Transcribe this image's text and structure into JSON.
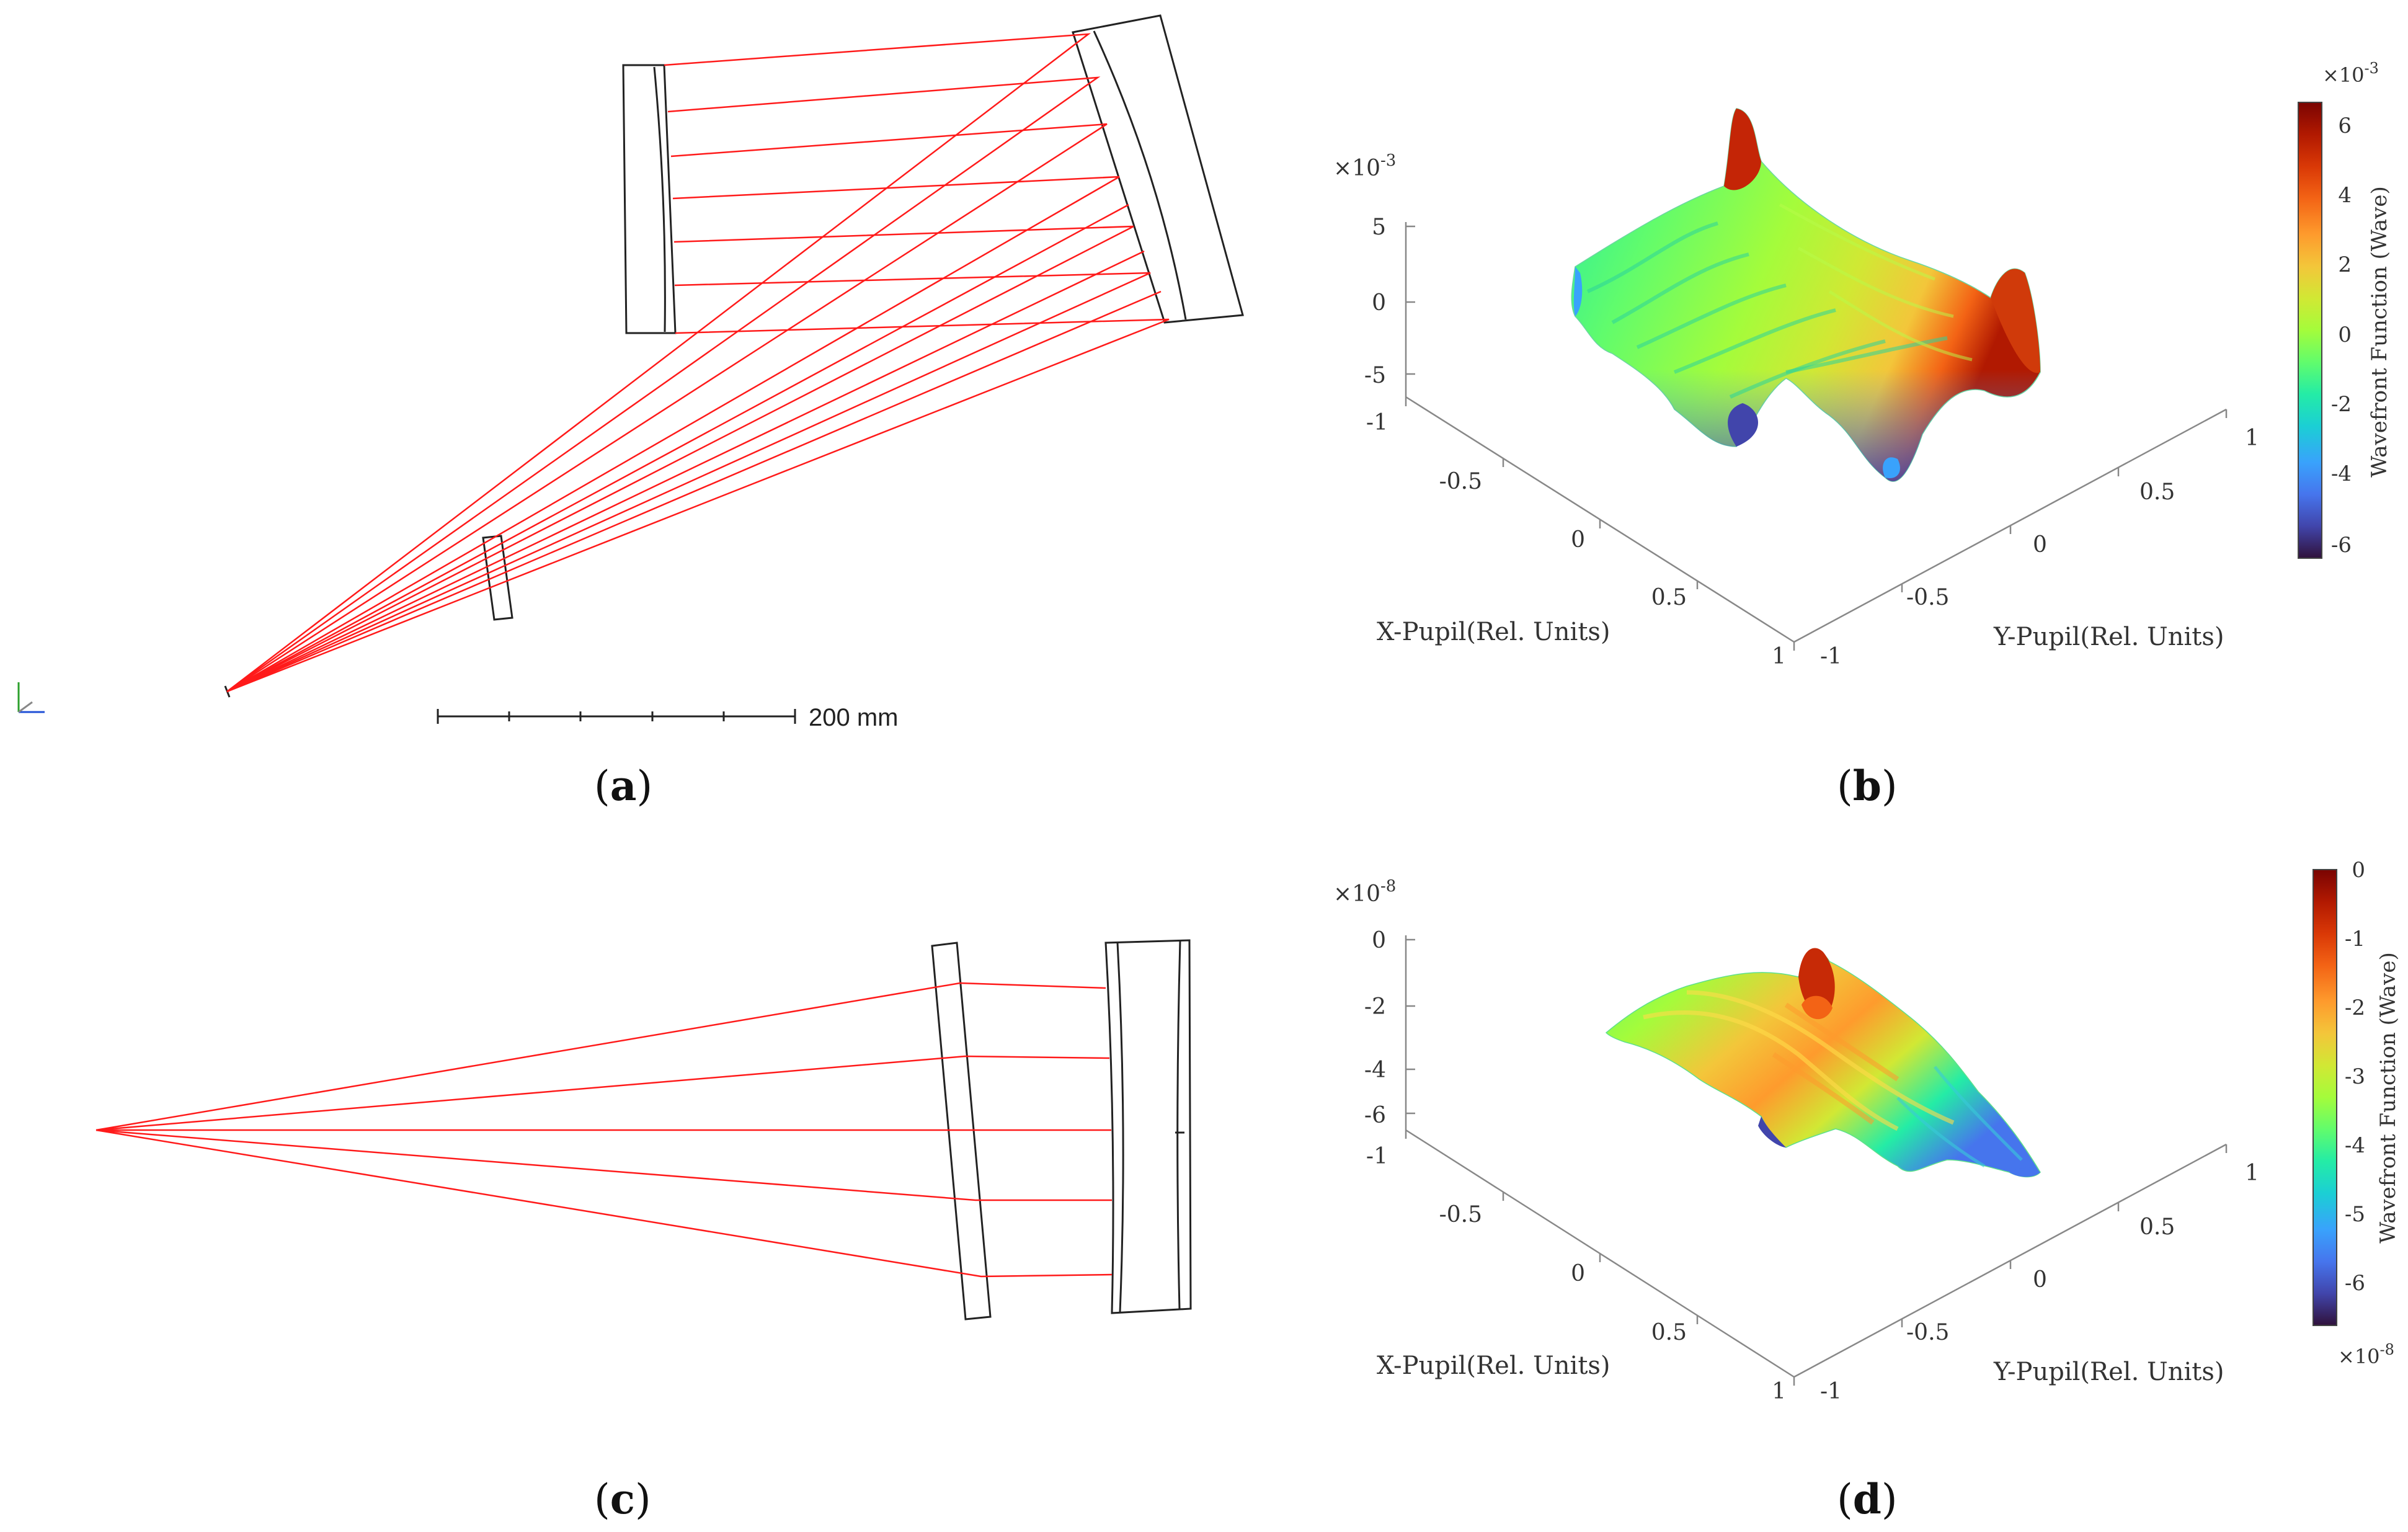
{
  "panels": {
    "a": {
      "label_open": "(",
      "label_letter": "a",
      "label_close": ")",
      "scale_bar_label": "200 mm"
    },
    "b": {
      "label_open": "(",
      "label_letter": "b",
      "label_close": ")",
      "z_multiplier_base": "×10",
      "z_multiplier_exp": "-3",
      "z_ticks": [
        "5",
        "0",
        "-5"
      ],
      "x_ticks": [
        "-1",
        "-0.5",
        "0",
        "0.5",
        "1"
      ],
      "y_ticks": [
        "-1",
        "-0.5",
        "0",
        "0.5",
        "1"
      ],
      "x_axis_label": "X-Pupil(Rel. Units)",
      "y_axis_label": "Y-Pupil(Rel. Units)",
      "colorbar": {
        "multiplier_base": "×10",
        "multiplier_exp": "-3",
        "ticks": [
          "6",
          "4",
          "2",
          "0",
          "-2",
          "-4",
          "-6"
        ],
        "label": "Wavefront Function (Wave)"
      }
    },
    "c": {
      "label_open": "(",
      "label_letter": "c",
      "label_close": ")"
    },
    "d": {
      "label_open": "(",
      "label_letter": "d",
      "label_close": ")",
      "z_multiplier_base": "×10",
      "z_multiplier_exp": "-8",
      "z_ticks": [
        "0",
        "-2",
        "-4",
        "-6"
      ],
      "x_ticks": [
        "-1",
        "-0.5",
        "0",
        "0.5",
        "1"
      ],
      "y_ticks": [
        "-1",
        "-0.5",
        "0",
        "0.5",
        "1"
      ],
      "x_axis_label": "X-Pupil(Rel. Units)",
      "y_axis_label": "Y-Pupil(Rel. Units)",
      "colorbar": {
        "multiplier_base": "×10",
        "multiplier_exp": "-8",
        "ticks": [
          "0",
          "-1",
          "-2",
          "-3",
          "-4",
          "-5",
          "-6"
        ],
        "label": "Wavefront Function (Wave)"
      }
    }
  },
  "colors": {
    "ray": "#ff1a1a",
    "outline": "#222222",
    "axis": "#888888",
    "colormap": [
      "#30123b",
      "#4145ab",
      "#4675ed",
      "#39a2fc",
      "#1bcfd4",
      "#24eca6",
      "#61fc6c",
      "#a4fc3b",
      "#d1e834",
      "#f3c63a",
      "#fe9b2d",
      "#f36315",
      "#d93806",
      "#b11901",
      "#7a0402"
    ]
  }
}
